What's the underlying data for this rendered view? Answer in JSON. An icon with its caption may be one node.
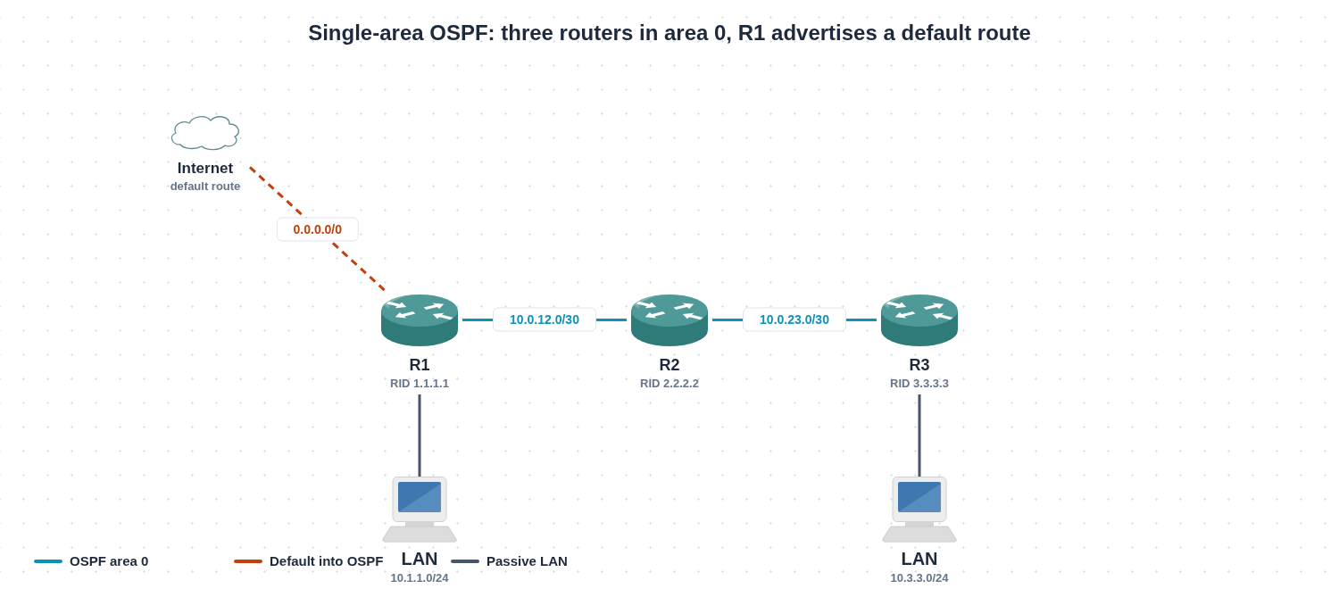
{
  "diagram": {
    "title": "Single-area OSPF: three routers in area 0, R1 advertises a default route",
    "nodes": [
      {
        "text": [
          "Internet",
          "default route"
        ]
      },
      {
        "text": [
          "R1",
          "RID 1.1.1.1"
        ]
      },
      {
        "text": [
          "R2",
          "RID 2.2.2.2"
        ]
      },
      {
        "text": [
          "R3",
          "RID 3.3.3.3"
        ]
      },
      {
        "text": [
          "LAN",
          "10.1.1.0/24"
        ]
      },
      {
        "text": [
          "LAN",
          "10.3.3.0/24"
        ]
      }
    ],
    "edges": [
      {
        "from": 0,
        "to": 1,
        "arrow": "none",
        "label": "0.0.0.0/0",
        "style": "dashed",
        "color": "#c2410c"
      },
      {
        "from": 1,
        "to": 2,
        "arrow": "none",
        "label": "10.0.12.0/30",
        "color": "#0e92b5"
      },
      {
        "from": 2,
        "to": 3,
        "arrow": "none",
        "label": "10.0.23.0/30",
        "color": "#0e92b5"
      },
      {
        "from": 1,
        "to": 4,
        "arrow": "none",
        "color": "#475569"
      },
      {
        "from": 3,
        "to": 5,
        "arrow": "none",
        "color": "#475569"
      }
    ],
    "legend": [
      {
        "text": "OSPF area 0"
      },
      {
        "text": "Default into OSPF"
      },
      {
        "text": "Passive LAN"
      }
    ]
  }
}
